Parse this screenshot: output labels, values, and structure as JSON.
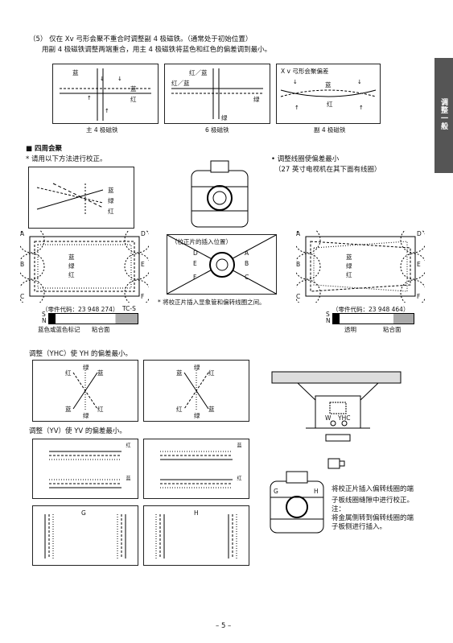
{
  "sec5": {
    "line1": "（5） 仅在 Xv 弓形会聚不重合时调整副 4 极磁铁。（通常处于初始位置）",
    "line2": "用副 4 极磁铁调整两端重合，用主 4 极磁铁将蓝色和红色的偏差调到最小。"
  },
  "colors": {
    "blue": "蓝",
    "green": "绿",
    "red": "红",
    "red_blue": "红／蓝"
  },
  "fig_top": {
    "cap1": "主 4 极磁铁",
    "cap2": "6 极磁铁",
    "cap3": "副 4 极磁铁",
    "xv_label": "X v 弓形会聚偏差"
  },
  "side_tab": "调整一般",
  "four": {
    "heading": "■ 四周会聚",
    "intro": "* 请用以下方法进行校正。",
    "note1": "• 调整线圈使偏差最小",
    "note2": "（27 英寸电视机在其下面有线圈）",
    "insert_pos": "（校正片的插入位置）",
    "insert_note": "* 将校正片插入显象管和偏转线圈之间。",
    "part_left": "（零件代码：23 948 274）",
    "tc": "TC-S",
    "mark_left": "蓝色或蓝色标记",
    "adhesive": "粘合面",
    "part_right": "（零件代码：23 948 464）",
    "transparent": "透明",
    "letters": [
      "A",
      "B",
      "C",
      "D",
      "E",
      "F"
    ],
    "s": "S",
    "n": "N"
  },
  "yhc": {
    "title": "调整（YHC）使 YH 的偏差最小。",
    "w": "W",
    "yhc": "YHC"
  },
  "yv": {
    "title": "调整（YV）使 YV 的偏差最小。",
    "g": "G",
    "h": "H"
  },
  "terminal": {
    "t1": "将校正片插入偏转线圈的端",
    "t2": "子板线圈缝隙中进行校正。",
    "t3": "注：",
    "t4": "将金属侧转到偏转线圈的端",
    "t5": "子板侧进行插入。"
  },
  "page_number": "– 5 –"
}
